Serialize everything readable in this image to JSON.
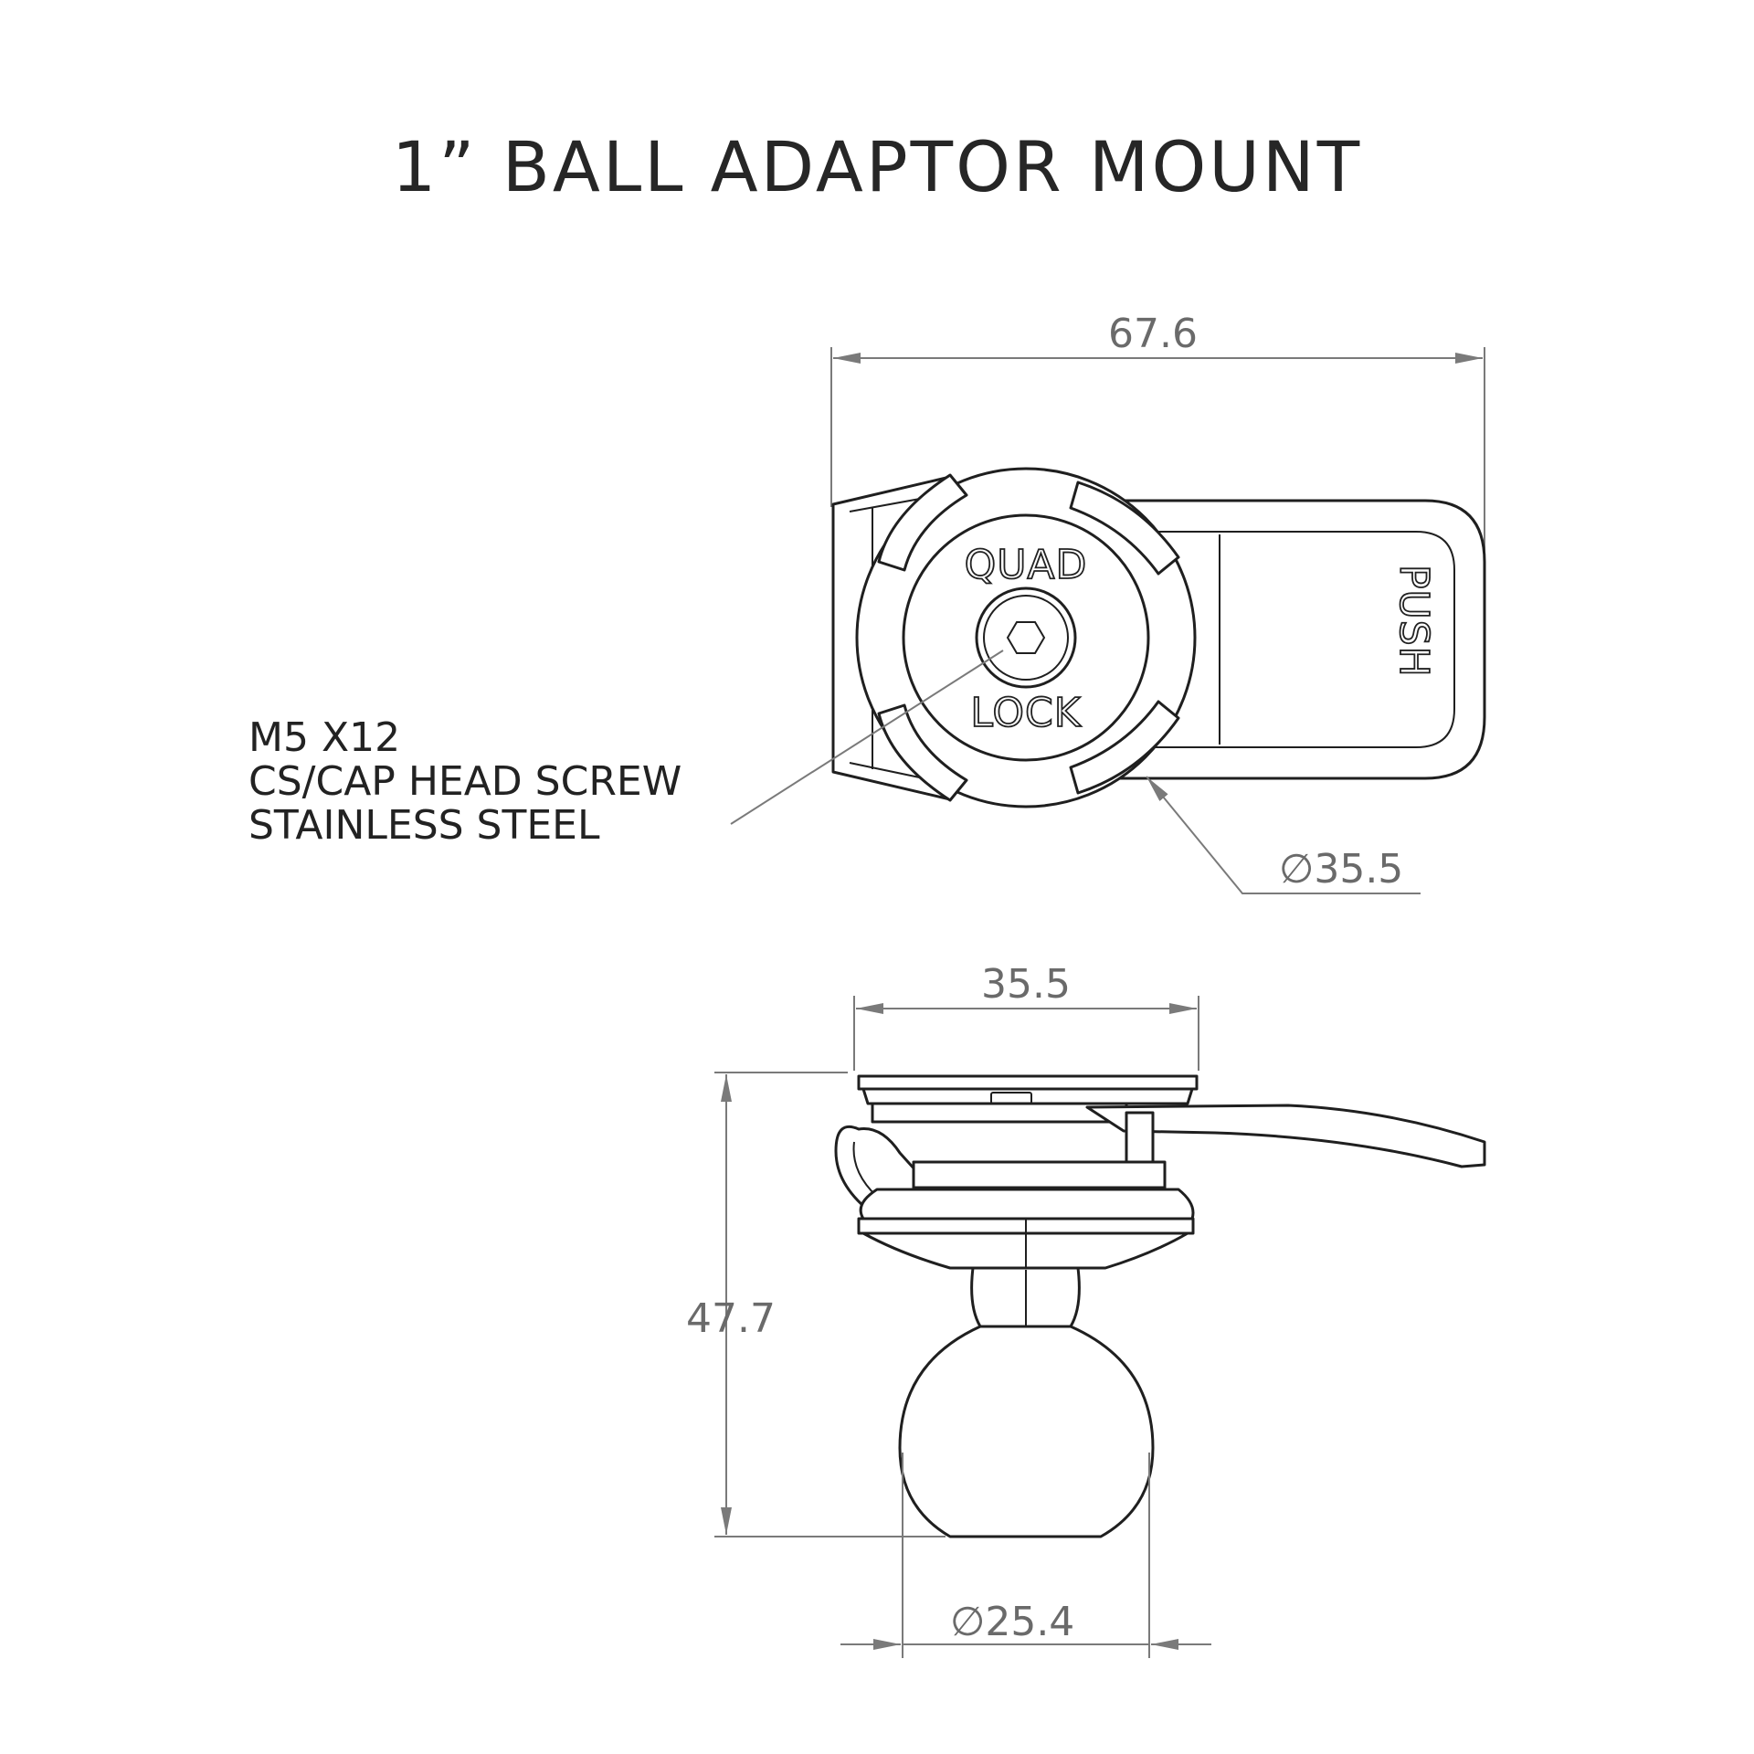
{
  "title": "1” BALL ADAPTOR MOUNT",
  "top_view": {
    "width_dim": "67.6",
    "diameter_dim": "35.5",
    "logo_top": "QUAD",
    "logo_bottom": "LOCK",
    "lever_text": "PUSH",
    "screw_note": [
      "M5 X12",
      "CS/CAP HEAD SCREW",
      "STAINLESS STEEL"
    ]
  },
  "side_view": {
    "width_dim": "35.5",
    "height_dim": "47.7",
    "ball_diameter_dim": "25.4"
  },
  "diameter_symbol": "∅"
}
